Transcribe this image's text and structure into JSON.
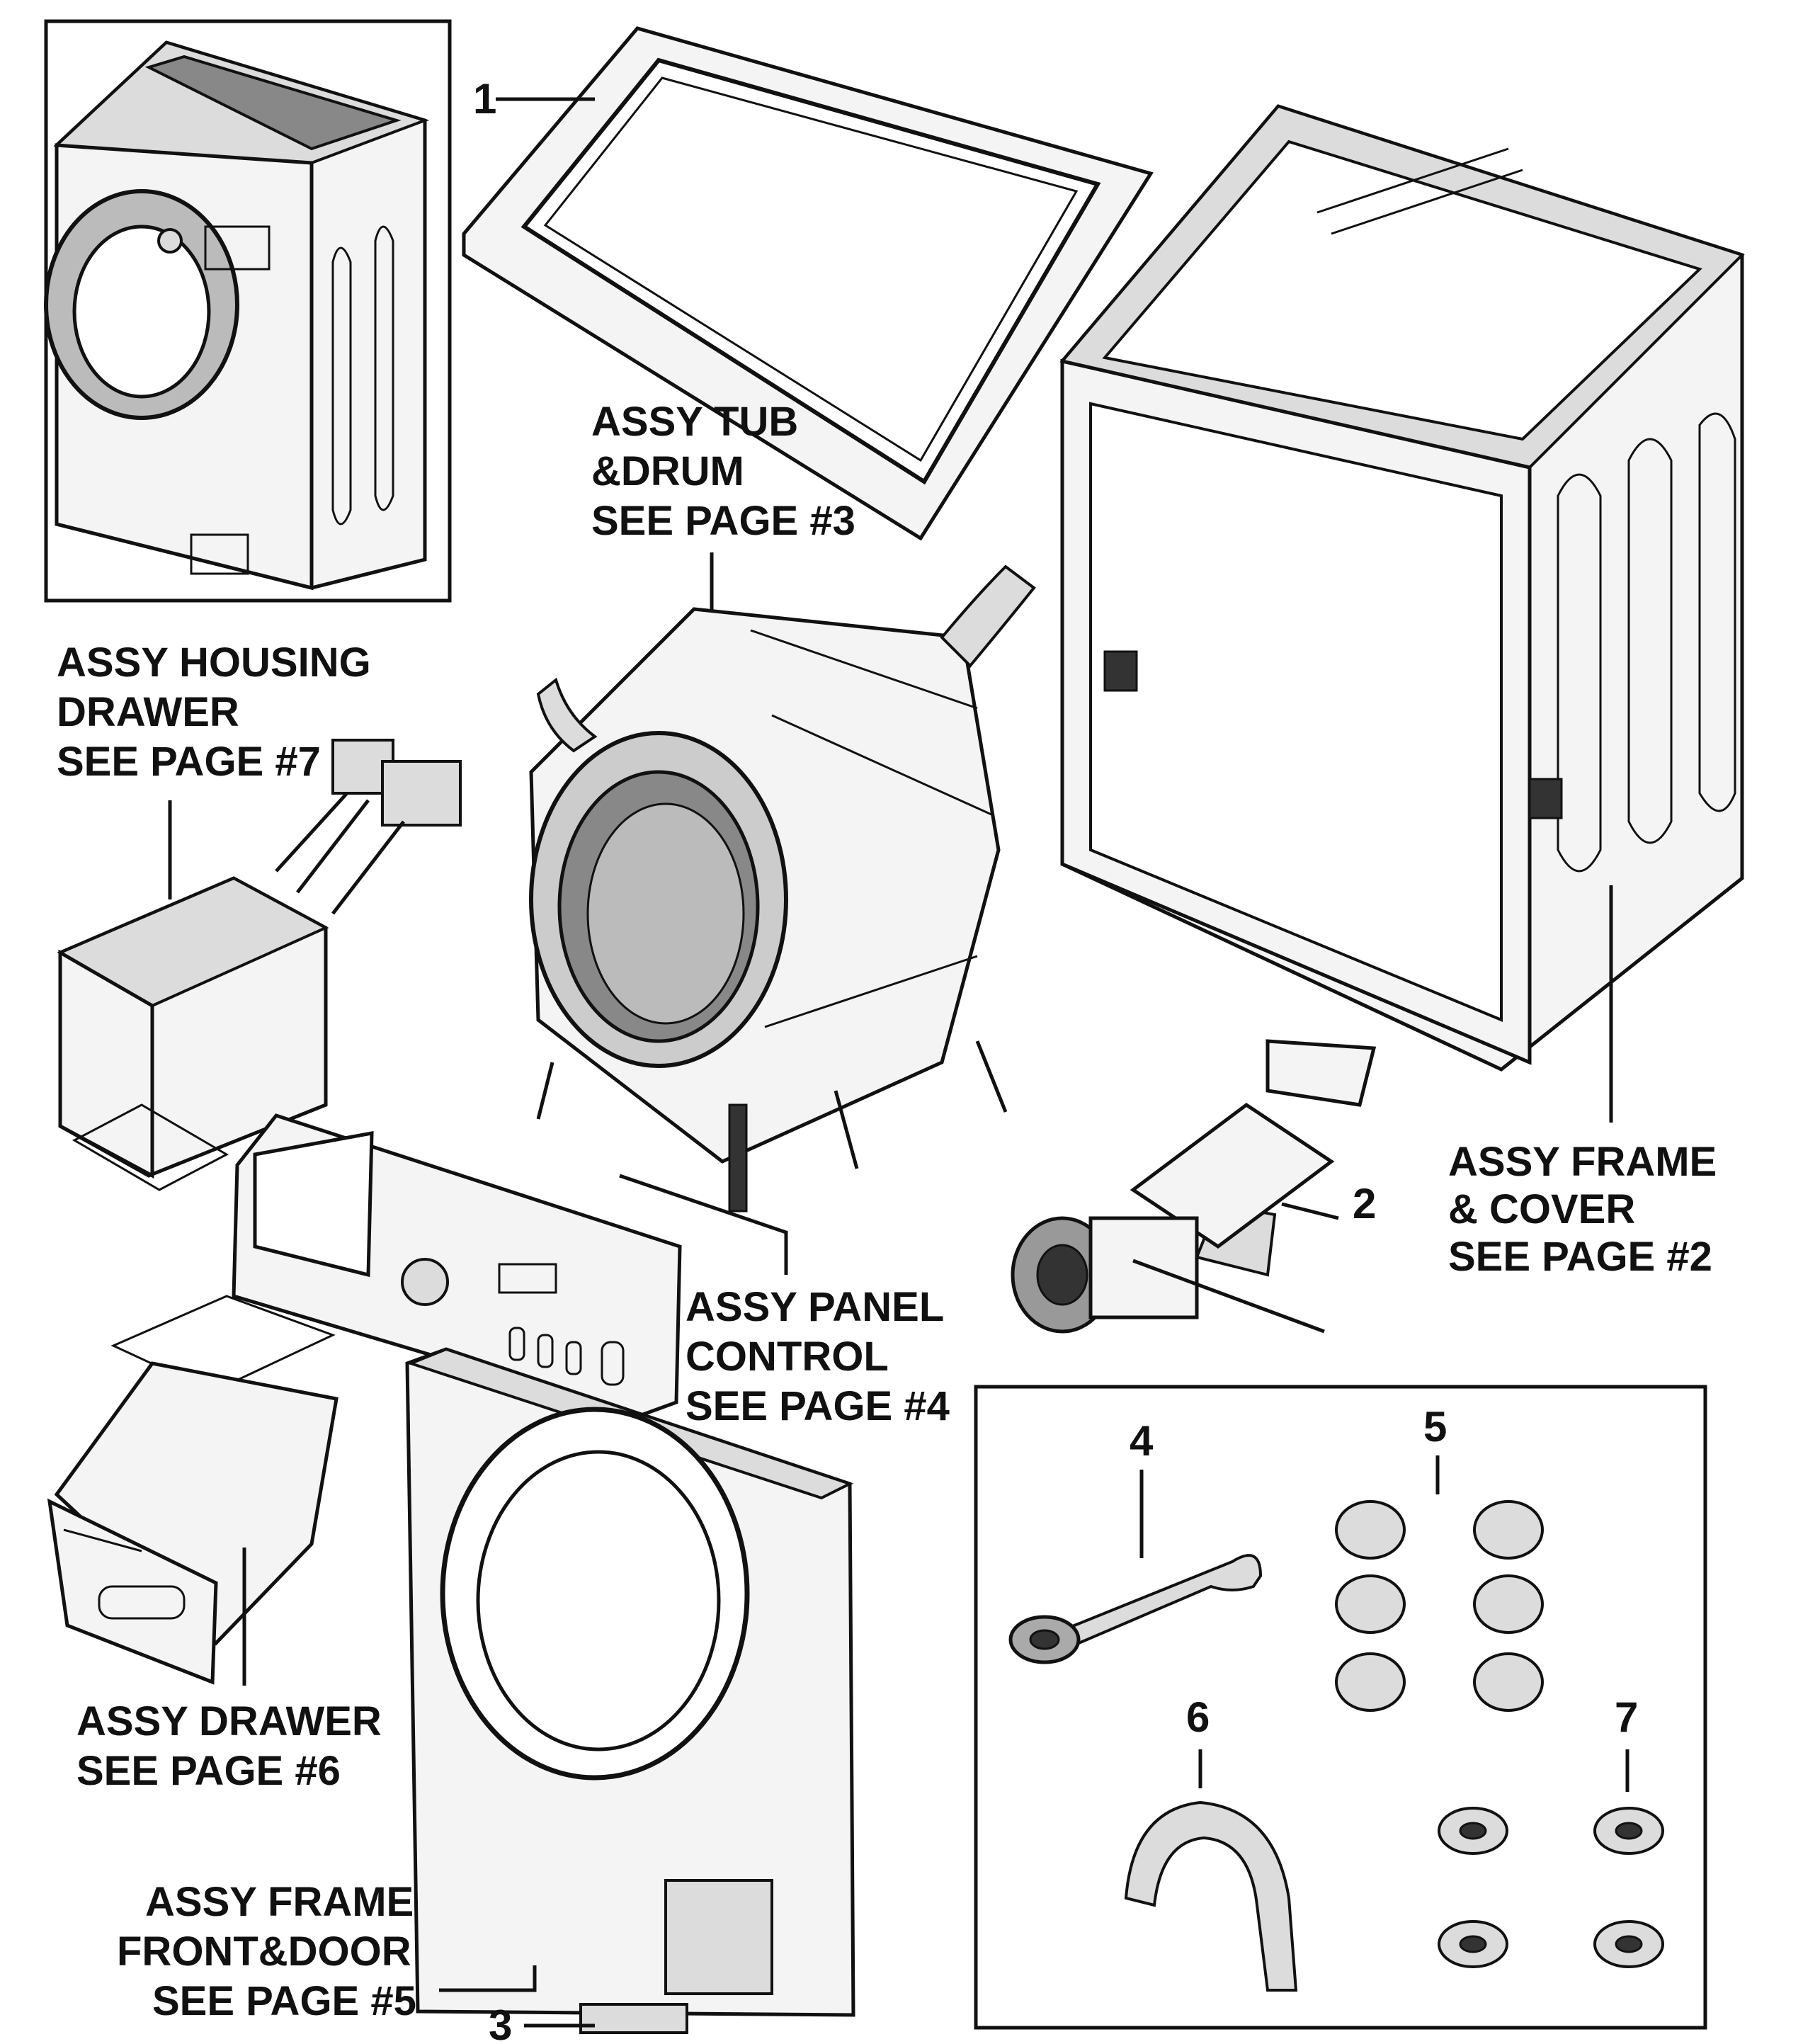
{
  "labels": {
    "tub": [
      "ASSY TUB",
      "&DRUM",
      "SEE PAGE #3"
    ],
    "housing": [
      "ASSY HOUSING",
      "DRAWER",
      "SEE PAGE #7"
    ],
    "frame_cover": [
      "ASSY FRAME",
      "& COVER",
      "SEE PAGE #2"
    ],
    "panel": [
      "ASSY PANEL",
      "CONTROL",
      "SEE PAGE #4"
    ],
    "drawer": [
      "ASSY DRAWER",
      "SEE PAGE #6"
    ],
    "frame_front": [
      "ASSY FRAME",
      "FRONT&DOOR",
      "SEE PAGE #5"
    ]
  },
  "callouts": [
    "1",
    "2",
    "3",
    "4",
    "5",
    "6",
    "7"
  ]
}
